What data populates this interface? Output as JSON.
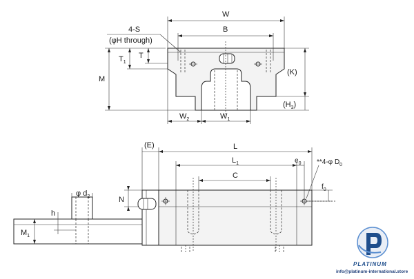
{
  "top_view": {
    "labels": {
      "W": "W",
      "B": "B",
      "four_s": "4-S",
      "h_through": "(φH through)",
      "M": "M",
      "T1": "T",
      "T1_sub": "1",
      "T": "T",
      "K": "(K)",
      "H3": "(H",
      "H3_sub": "3",
      "H3_close": ")",
      "W2": "W",
      "W2_sub": "2",
      "W1": "W",
      "W1_sub": "1"
    }
  },
  "side_view": {
    "labels": {
      "E": "(E)",
      "L": "L",
      "L1": "L",
      "L1_sub": "1",
      "e0": "e",
      "e0_sub": "0",
      "C": "C",
      "D0": "**4-φ D",
      "D0_sub": "0",
      "f0": "f",
      "f0_sub": "0",
      "N": "N",
      "d2": "φ d",
      "d2_sub": "2",
      "h": "h",
      "M1": "M",
      "M1_sub": "1"
    }
  },
  "logo": {
    "name": "PLATINUM",
    "email": "info@platinum-international.store",
    "colors": {
      "primary": "#1f4e8c",
      "accent": "#5b8fd1"
    }
  }
}
